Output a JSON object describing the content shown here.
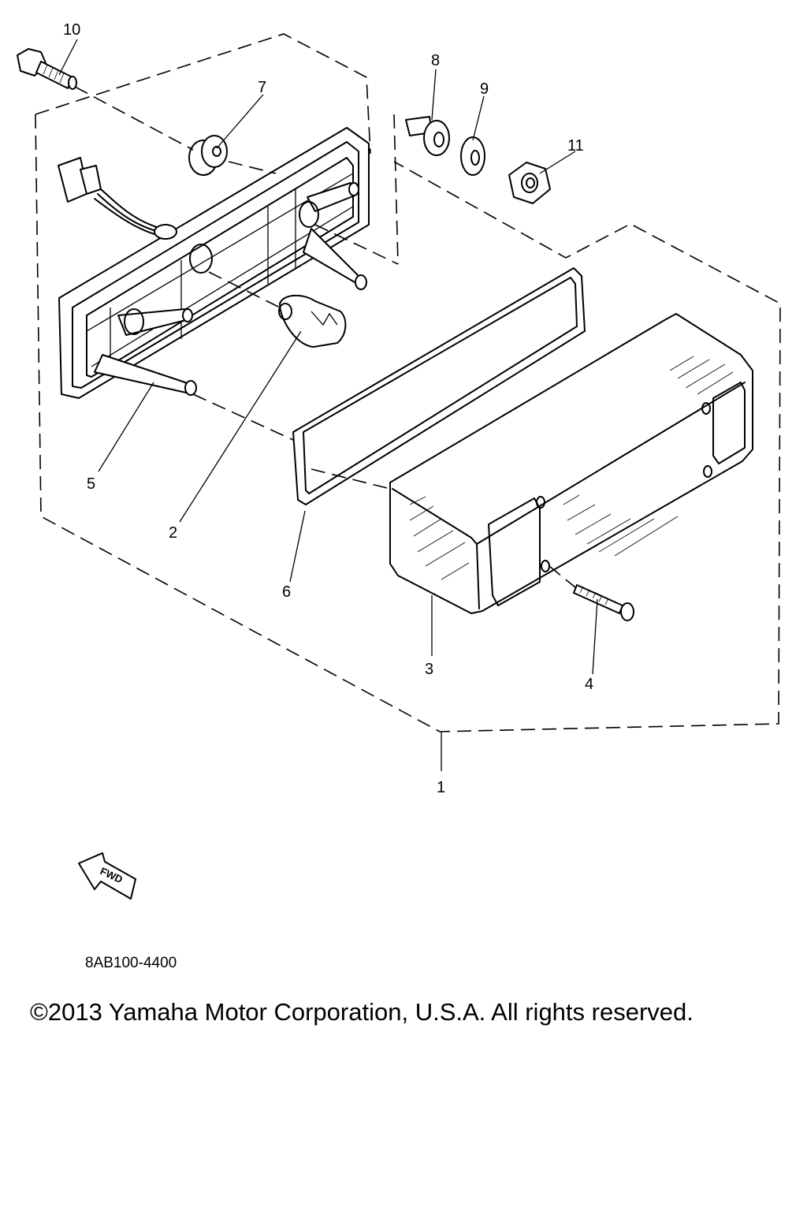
{
  "callouts": {
    "c1": "1",
    "c2": "2",
    "c3": "3",
    "c4": "4",
    "c5": "5",
    "c6": "6",
    "c7": "7",
    "c8": "8",
    "c9": "9",
    "c10": "10",
    "c11": "11"
  },
  "fwd_label": "FWD",
  "diagram_code": "8AB100-4400",
  "copyright": "©2013 Yamaha Motor Corporation, U.S.A. All rights reserved."
}
